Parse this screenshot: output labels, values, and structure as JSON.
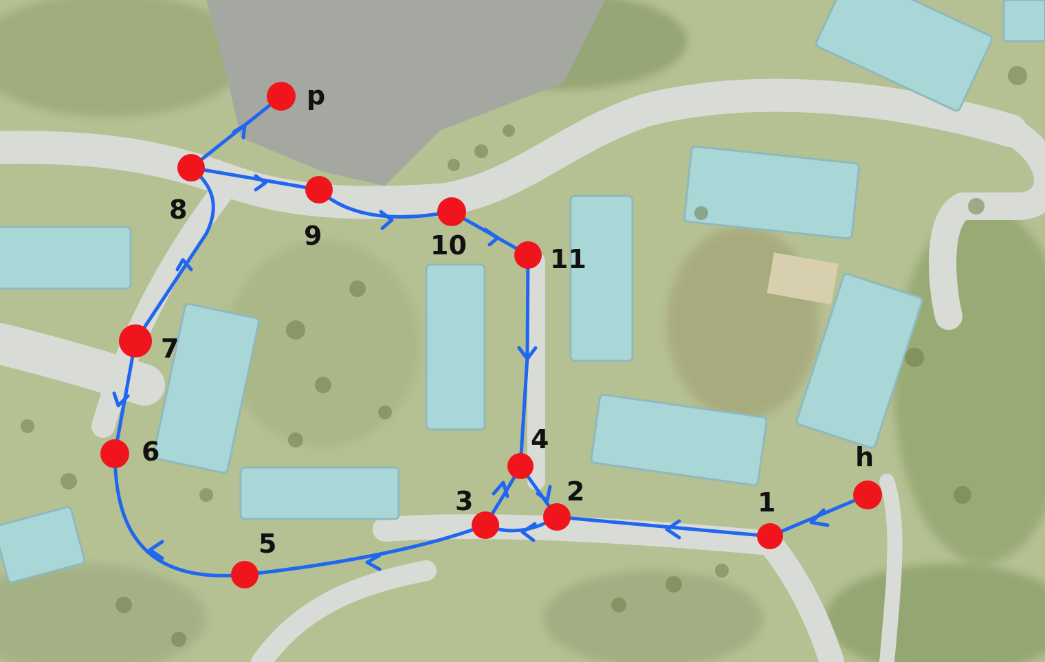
{
  "map": {
    "colors": {
      "route": "#1f66f0",
      "waypoint": "#f0141c",
      "label": "#111111",
      "grass": "#b5c093",
      "road": "#d7dad4",
      "roof": "#a9d6d7",
      "lot": "#a2a49e"
    },
    "waypoints": [
      {
        "id": "h",
        "label": "h"
      },
      {
        "id": "1",
        "label": "1"
      },
      {
        "id": "2",
        "label": "2"
      },
      {
        "id": "3",
        "label": "3"
      },
      {
        "id": "4",
        "label": "4"
      },
      {
        "id": "5",
        "label": "5"
      },
      {
        "id": "6",
        "label": "6"
      },
      {
        "id": "7",
        "label": "7"
      },
      {
        "id": "8",
        "label": "8"
      },
      {
        "id": "9",
        "label": "9"
      },
      {
        "id": "10",
        "label": "10"
      },
      {
        "id": "11",
        "label": "11"
      },
      {
        "id": "p",
        "label": "p"
      }
    ]
  }
}
